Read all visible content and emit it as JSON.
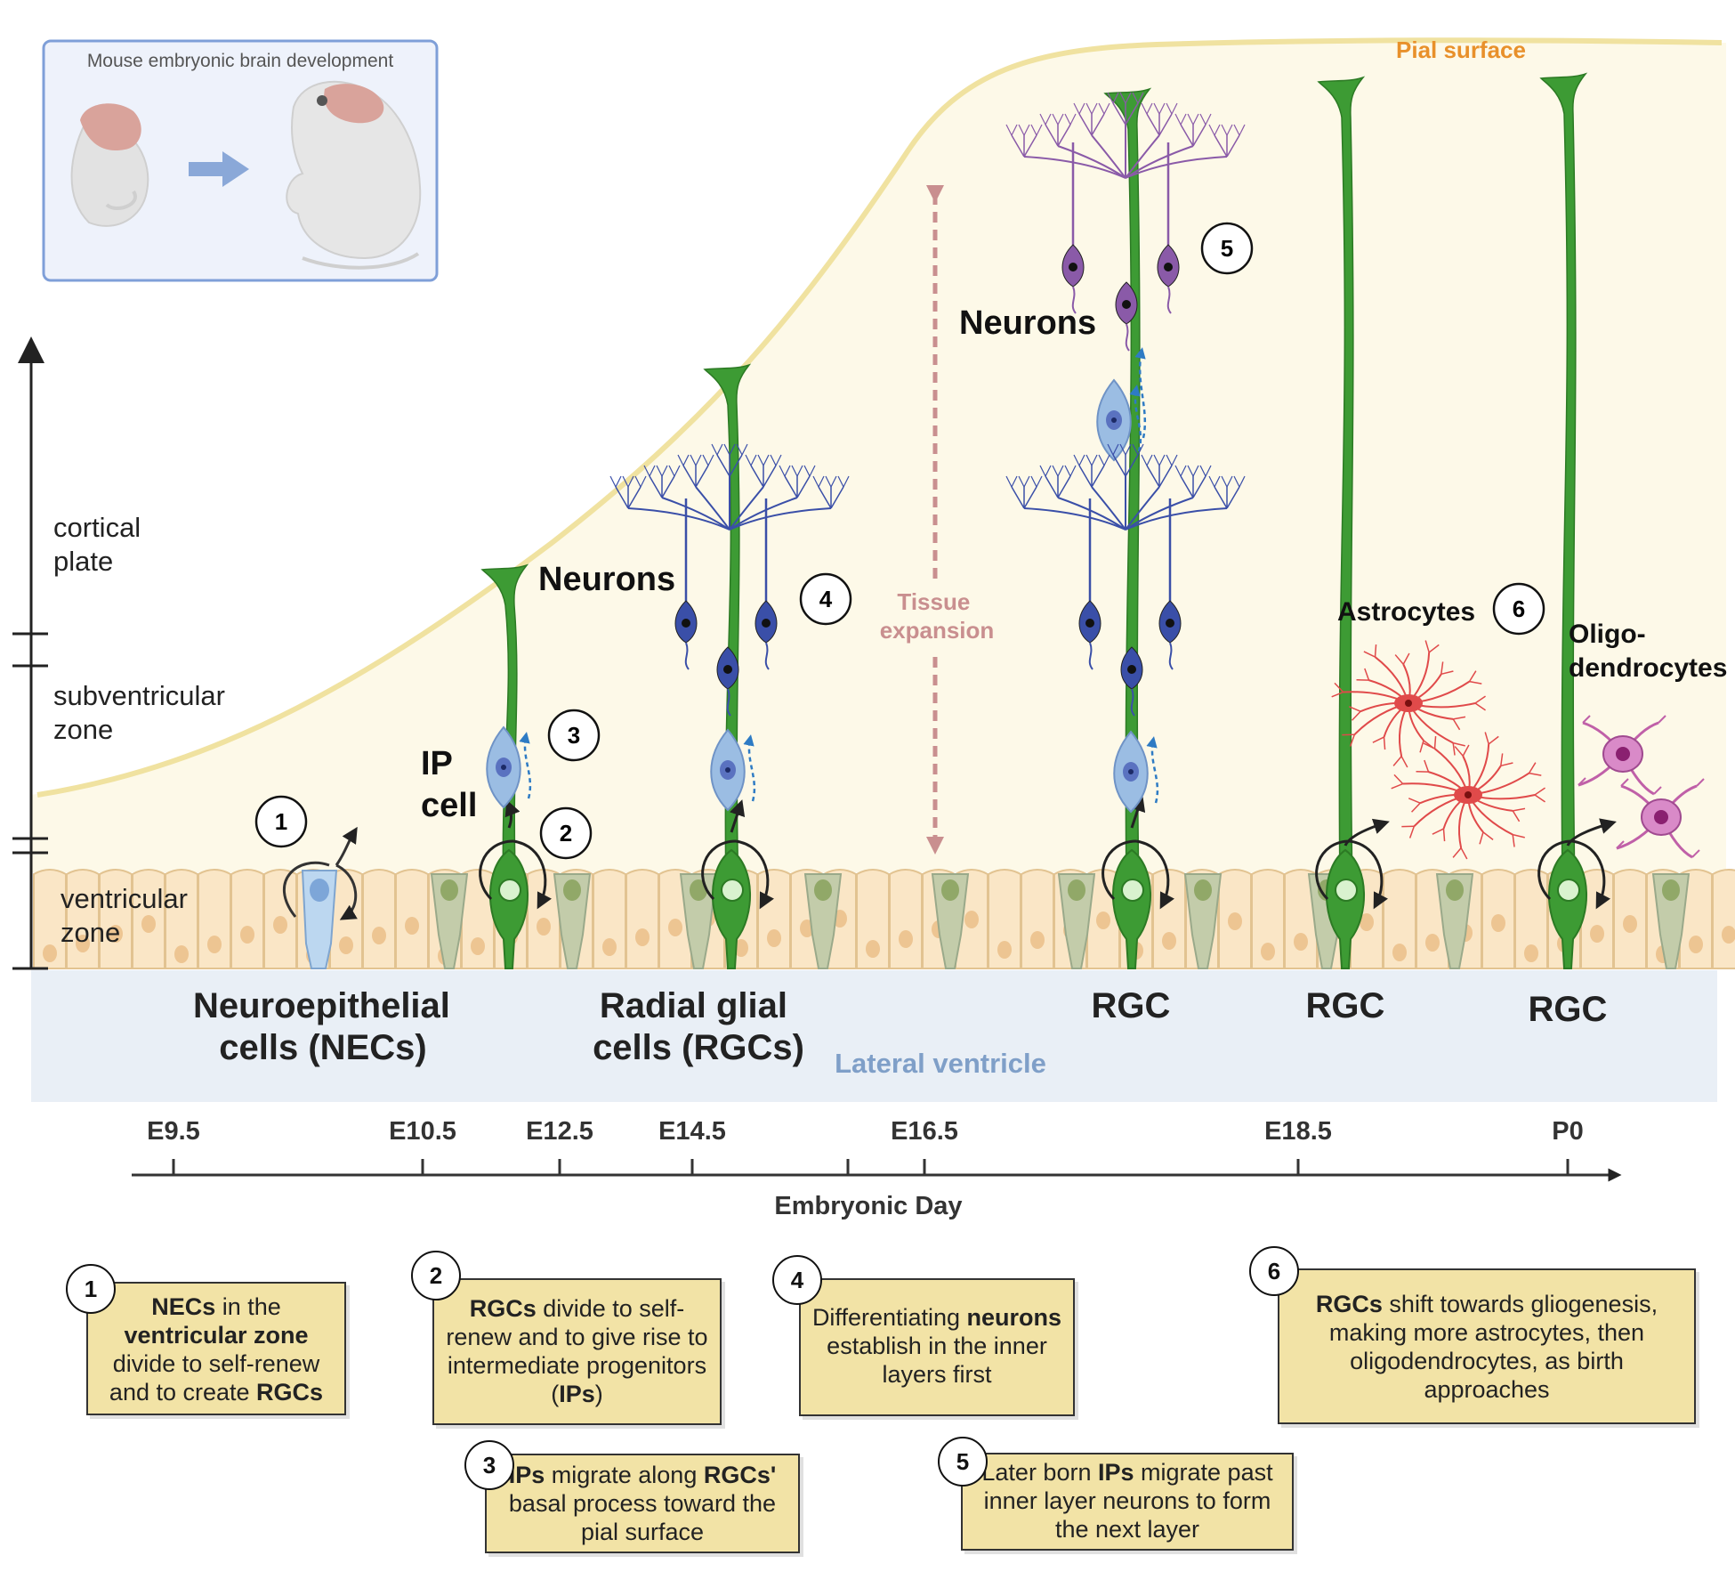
{
  "inset": {
    "title": "Mouse embryonic brain development"
  },
  "labels": {
    "pial_surface": "Pial surface",
    "cortical_plate": [
      "cortical",
      "plate"
    ],
    "subventricular_zone": [
      "subventricular",
      "zone"
    ],
    "ventricular_zone": [
      "ventricular",
      "zone"
    ],
    "lateral_ventricle": "Lateral ventricle",
    "tissue_expansion": [
      "Tissue",
      "expansion"
    ],
    "ip_cell": [
      "IP",
      "cell"
    ],
    "neurons": "Neurons",
    "astrocytes": "Astrocytes",
    "oligodendrocytes": [
      "Oligo-",
      "dendrocytes"
    ],
    "necs": [
      "Neuroepithelial",
      "cells (NECs)"
    ],
    "rgcs": [
      "Radial glial",
      "cells (RGCs)"
    ],
    "rgc": "RGC"
  },
  "timeline": {
    "title": "Embryonic Day",
    "ticks": [
      "E9.5",
      "E10.5",
      "E12.5",
      "E14.5",
      "E16.5",
      "E18.5",
      "P0"
    ]
  },
  "steps": [
    "1",
    "2",
    "3",
    "4",
    "5",
    "6"
  ],
  "notes": {
    "n1": [
      "NECs",
      " in the ",
      "ventricular zone",
      " divide to self-renew and to create ",
      "RGCs"
    ],
    "n2": [
      "RGCs",
      " divide to self-renew and to give rise to intermediate progenitors (",
      "IPs",
      ")"
    ],
    "n3": [
      "IPs",
      " migrate along ",
      "RGCs'",
      " basal process toward the pial surface"
    ],
    "n4": [
      "Differentiating ",
      "neurons",
      " establish in the inner layers first"
    ],
    "n5": [
      "Later born ",
      "IPs",
      " migrate past inner layer neurons to form the next layer"
    ],
    "n6": [
      "RGCs",
      " shift towards gliogenesis, making more astrocytes, then oligodendrocytes, as birth approaches"
    ]
  },
  "colors": {
    "tissue": "#fdf9e8",
    "pial_line": "#f0e2a0",
    "ventricle": "#e9eff6",
    "rgc_green": "#3d9b34",
    "ip_blue": "#9bbde3",
    "neuron_blue": "#3a4fa8",
    "neuron_purple": "#8a5aa8",
    "astrocyte_red": "#e04a4a",
    "oligo_pink": "#c060a8",
    "note_fill": "#f2e3a6",
    "pial_text": "#e8902a",
    "expansion_text": "#c98f8f",
    "ventricle_text": "#7f9fc8"
  }
}
